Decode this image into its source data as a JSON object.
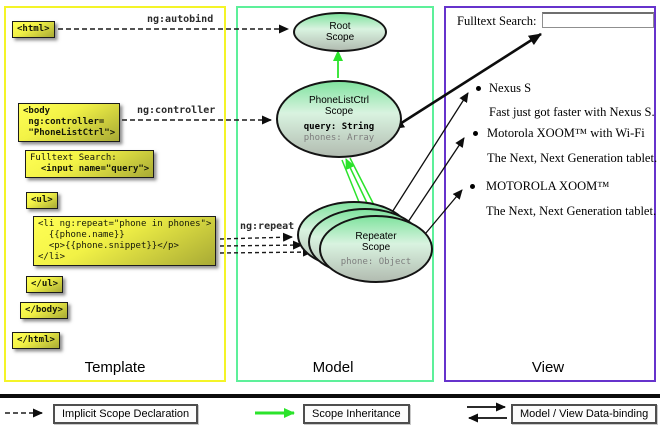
{
  "columns": {
    "template_label": "Template",
    "model_label": "Model",
    "view_label": "View"
  },
  "template_code": {
    "html_open": "<html>",
    "body_open": "<body\n ng:controller=\n \"PhoneListCtrl\">",
    "fulltext_label": "Fulltext Search:",
    "fulltext_input": "  <input name=\"query\">",
    "ul_open": "<ul>",
    "li_block": "<li ng:repeat=\"phone in phones\">\n  {{phone.name}}\n  <p>{{phone.snippet}}</p>\n</li>",
    "ul_close": "</ul>",
    "body_close": "</body>",
    "html_close": "</html>"
  },
  "arrow_labels": {
    "autobind": "ng:autobind",
    "controller": "ng:controller",
    "repeat": "ng:repeat"
  },
  "model_scopes": {
    "root_title": "Root\nScope",
    "phonelist_title": "PhoneListCtrl\nScope",
    "phonelist_query": "query: String",
    "phonelist_phones": "phones: Array",
    "repeater_title": "Repeater\nScope",
    "repeater_phone": "phone: Object"
  },
  "view": {
    "search_label": "Fulltext Search:",
    "search_value": "",
    "items": [
      {
        "title": "Nexus S",
        "desc": "Fast just got faster with Nexus S."
      },
      {
        "title": "Motorola XOOM™ with Wi-Fi",
        "desc": "The Next, Next Generation tablet."
      },
      {
        "title": "MOTOROLA XOOM™",
        "desc": "The Next, Next Generation tablet."
      }
    ]
  },
  "legend": {
    "implicit": "Implicit Scope Declaration",
    "inheritance": "Scope Inheritance",
    "binding": "Model / View Data-binding"
  },
  "colors": {
    "template_border": "#f4f428",
    "model_border": "#5df09a",
    "view_border": "#6633cc",
    "arrow_green": "#2be32b",
    "code_box_yellow": "#f2f246",
    "scope_green": "#82e3a0"
  }
}
